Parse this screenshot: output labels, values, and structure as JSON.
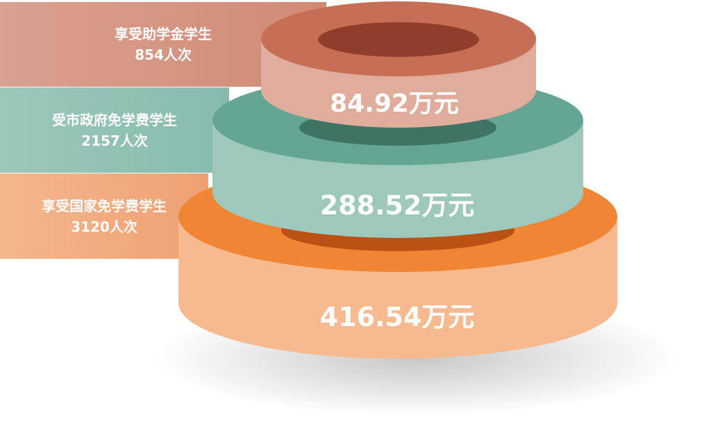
{
  "tiers": [
    {
      "label": "享受助学金学生",
      "count": "854人次",
      "amount": "84.92万元",
      "colors": {
        "band": "#d9a190",
        "top": "#c76f54",
        "side": "#e0ac9c",
        "hole": "#8f3e2c"
      }
    },
    {
      "label": "受市政府免学费学生",
      "count": "2157人次",
      "amount": "288.52万元",
      "colors": {
        "band": "#9cc8bb",
        "top": "#64a693",
        "side": "#9dc8bb",
        "hole": "#3f7364"
      }
    },
    {
      "label": "享受国家免学费学生",
      "count": "3120人次",
      "amount": "416.54万元",
      "colors": {
        "band": "#f5b68e",
        "top": "#f08534",
        "side": "#f6ba8e",
        "hole": "#b95212"
      }
    }
  ]
}
